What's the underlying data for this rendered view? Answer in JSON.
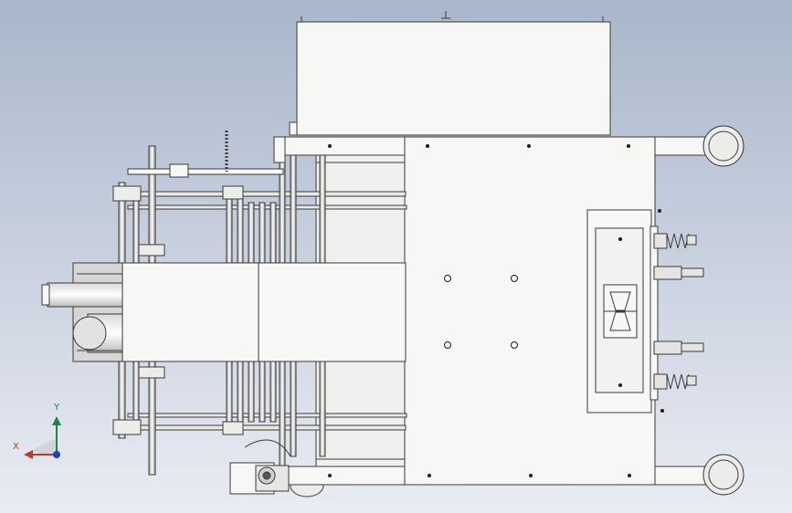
{
  "view": {
    "background_top": "#a9b6cb",
    "background_bottom": "#e9ecf3",
    "part_fill": "#f7f7f5",
    "part_stroke": "#3a3a3a",
    "shade_fill": "#cfcfcc",
    "hole_fill": "#1a1a1a"
  },
  "triad": {
    "x_label": "X",
    "y_label": "Y",
    "x_color": "#c0392b",
    "y_color": "#1e8449",
    "z_color": "#1f3fbf"
  },
  "components": [
    "top-housing",
    "main-plate",
    "caster-wheels",
    "conveyor-belt",
    "drive-motor",
    "gear-reducer",
    "guide-rods",
    "clamp-assembly",
    "adjust-screws"
  ]
}
